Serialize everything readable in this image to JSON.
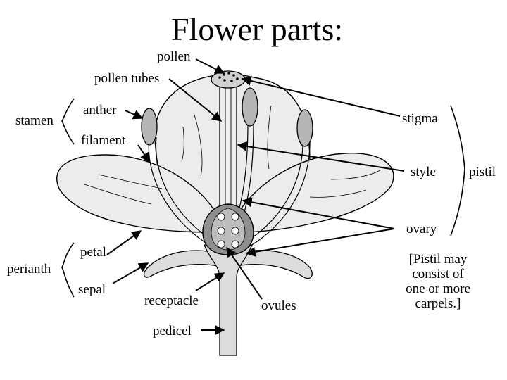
{
  "title": "Flower parts:",
  "labels": {
    "pollen": "pollen",
    "pollen_tubes": "pollen tubes",
    "stamen": "stamen",
    "anther": "anther",
    "filament": "filament",
    "stigma": "stigma",
    "style": "style",
    "pistil": "pistil",
    "ovary": "ovary",
    "perianth": "perianth",
    "petal": "petal",
    "sepal": "sepal",
    "receptacle": "receptacle",
    "ovules": "ovules",
    "pedicel": "pedicel"
  },
  "note": {
    "lines": [
      "[Pistil may",
      "consist of",
      "one or more",
      "carpels.]"
    ]
  },
  "colors": {
    "petal_fill": "#ececec",
    "stem_fill": "#dcdcdc",
    "ovary_fill": "#8f8f8f",
    "anther_fill": "#b5b5b5",
    "line": "#000000"
  }
}
